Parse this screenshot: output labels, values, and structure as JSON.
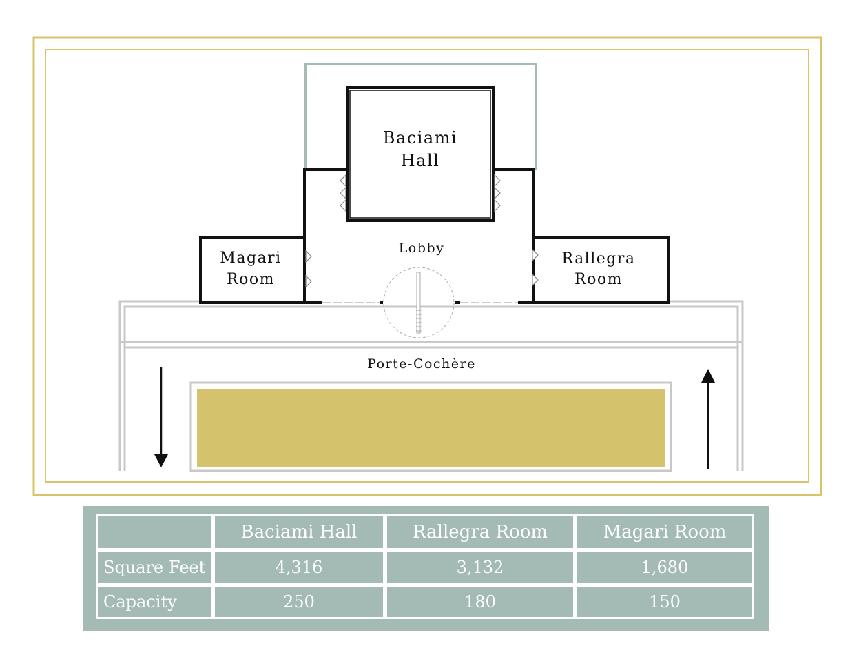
{
  "floorplan": {
    "rooms": {
      "baciami_line1": "Baciami",
      "baciami_line2": "Hall",
      "lobby": "Lobby",
      "magari_line1": "Magari",
      "magari_line2": "Room",
      "rallegra_line1": "Rallegra",
      "rallegra_line2": "Room",
      "porte_cochere": "Porte-Cochère"
    },
    "colors": {
      "gold_border": "#d7c46c",
      "gold_fill": "#d5c26d",
      "teal": "#a3bab5",
      "wall": "#111111",
      "road_line": "#c8c8c8"
    }
  },
  "table": {
    "headers": [
      "",
      "Baciami Hall",
      "Rallegra Room",
      "Magari Room"
    ],
    "rows": [
      {
        "label": "Square Feet",
        "values": [
          "4,316",
          "3,132",
          "1,680"
        ]
      },
      {
        "label": "Capacity",
        "values": [
          "250",
          "180",
          "150"
        ]
      }
    ]
  }
}
